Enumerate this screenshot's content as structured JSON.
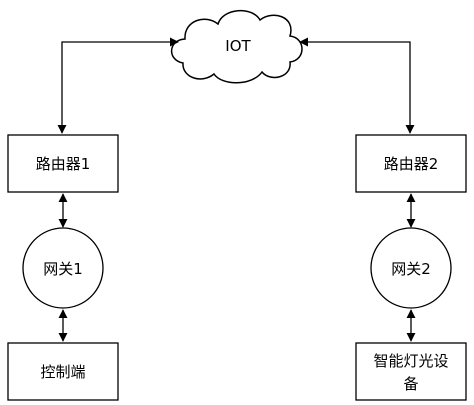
{
  "diagram": {
    "cloud_label": "IOT",
    "left": {
      "router_label": "路由器1",
      "gateway_label": "网关1",
      "terminal_label": "控制端"
    },
    "right": {
      "router_label": "路由器2",
      "gateway_label": "网关2",
      "device_label_line1": "智能灯光设",
      "device_label_line2": "备"
    }
  },
  "colors": {
    "stroke": "#000000",
    "fill": "#ffffff"
  }
}
